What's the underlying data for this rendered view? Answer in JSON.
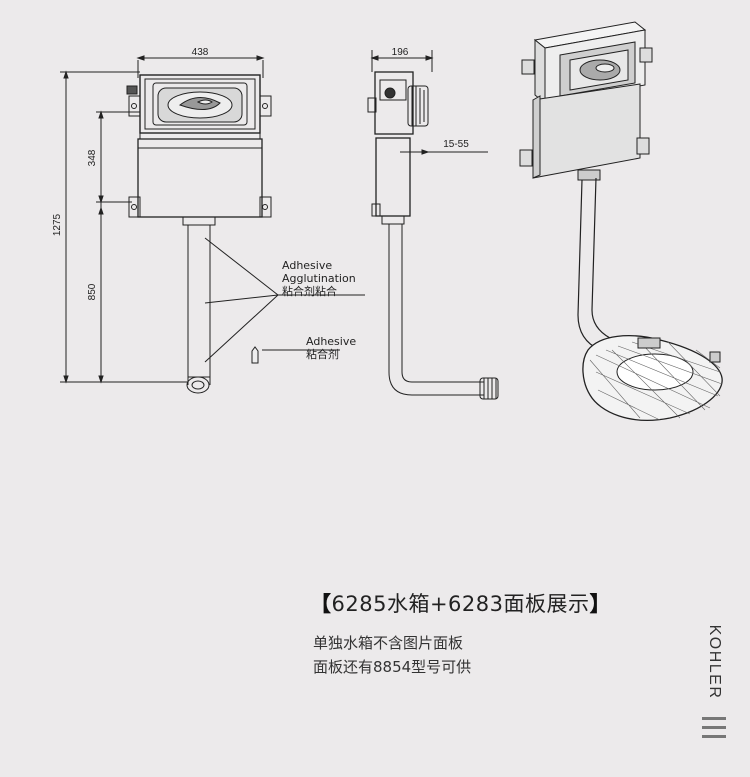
{
  "front_view": {
    "width_dim": "438",
    "height_total": "1275",
    "height_upper": "348",
    "height_lower": "850"
  },
  "side_view": {
    "depth_dim": "196",
    "panel_range": "15-55"
  },
  "callouts": {
    "adhesive1_en_1": "Adhesive",
    "adhesive1_en_2": "Agglutination",
    "adhesive1_cn": "粘合剂粘合",
    "adhesive2_en": "Adhesive",
    "adhesive2_cn": "粘合剂"
  },
  "caption": {
    "open": "【",
    "text": "6285水箱+6283面板展示",
    "close": "】"
  },
  "description": {
    "line1": "单独水箱不含图片面板",
    "line2": "面板还有8854型号可供"
  },
  "brand": "KOHLER",
  "icons": {
    "menu": "menu-icon"
  },
  "colors": {
    "background": "#eceaeb",
    "line": "#222222"
  }
}
